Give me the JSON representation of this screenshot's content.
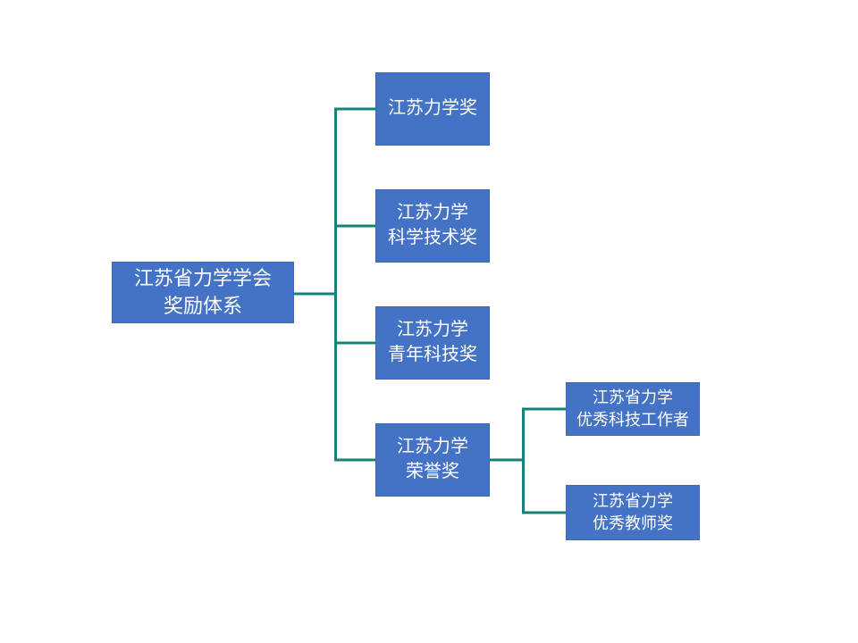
{
  "diagram": {
    "type": "org-chart",
    "background_color": "#FFFFFF",
    "node_fill_color": "#4472C4",
    "node_text_color": "#FFFFFF",
    "connector_color": "#17807A",
    "nodes": {
      "root": {
        "lines": [
          "江苏省力学学会",
          "奖励体系"
        ]
      },
      "award_mechanics": {
        "lines": [
          "江苏力学奖"
        ]
      },
      "award_science_tech": {
        "lines": [
          "江苏力学",
          "科学技术奖"
        ]
      },
      "award_youth_tech": {
        "lines": [
          "江苏力学",
          "青年科技奖"
        ]
      },
      "award_honor": {
        "lines": [
          "江苏力学",
          "荣誉奖"
        ]
      },
      "honor_tech_worker": {
        "lines": [
          "江苏省力学",
          "优秀科技工作者"
        ]
      },
      "honor_teacher": {
        "lines": [
          "江苏省力学",
          "优秀教师奖"
        ]
      }
    },
    "hierarchy": {
      "root_children": [
        "award_mechanics",
        "award_science_tech",
        "award_youth_tech",
        "award_honor"
      ],
      "award_honor_children": [
        "honor_tech_worker",
        "honor_teacher"
      ]
    }
  }
}
